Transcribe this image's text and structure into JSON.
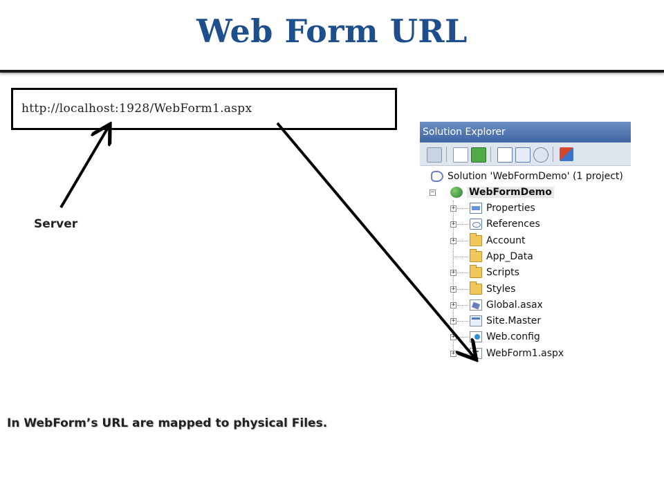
{
  "slide": {
    "title": "Web Form URL",
    "url": "http://localhost:1928/WebForm1.aspx",
    "server_label": "Server",
    "caption": "In WebForm’s URL  are mapped to physical Files."
  },
  "solution_explorer": {
    "title": "Solution Explorer",
    "toolbar_icons": [
      "show-all-files-icon",
      "properties-icon",
      "refresh-icon",
      "view-code-icon",
      "view-designer-icon",
      "class-view-icon",
      "nested-related-files-icon"
    ],
    "solution_label": "Solution 'WebFormDemo' (1 project)",
    "project_label": "WebFormDemo",
    "items": [
      {
        "label": "Properties",
        "icon": "properties-icon"
      },
      {
        "label": "References",
        "icon": "references-icon"
      },
      {
        "label": "Account",
        "icon": "folder-icon"
      },
      {
        "label": "App_Data",
        "icon": "folder-icon"
      },
      {
        "label": "Scripts",
        "icon": "folder-icon"
      },
      {
        "label": "Styles",
        "icon": "folder-icon"
      },
      {
        "label": "Global.asax",
        "icon": "asax-file-icon"
      },
      {
        "label": "Site.Master",
        "icon": "master-file-icon"
      },
      {
        "label": "Web.config",
        "icon": "config-file-icon"
      },
      {
        "label": "WebForm1.aspx",
        "icon": "aspx-file-icon"
      }
    ]
  },
  "colors": {
    "title": "#1f4e8c",
    "titlebar": "#3f65a3",
    "arrow": "#000000"
  }
}
